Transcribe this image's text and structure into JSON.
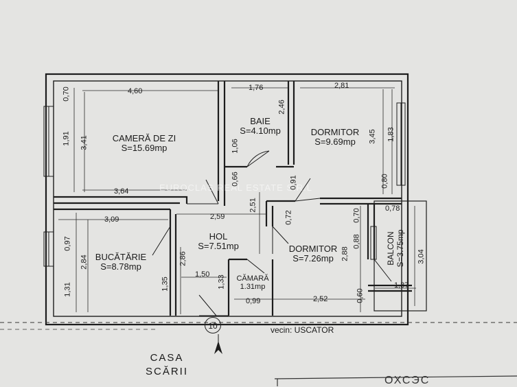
{
  "rooms": {
    "living": {
      "name": "CAMERĂ DE ZI",
      "area": "S=15.69mp"
    },
    "bath": {
      "name": "BAIE",
      "area": "S=4.10mp"
    },
    "bed1": {
      "name": "DORMITOR",
      "area": "S=9.69mp"
    },
    "hall": {
      "name": "HOL",
      "area": "S=7.51mp"
    },
    "kitchen": {
      "name": "BUCĂTĂRIE",
      "area": "S=8.78mp"
    },
    "bed2": {
      "name": "DORMITOR",
      "area": "S=7.26mp"
    },
    "pantry": {
      "name": "CĂMARĂ",
      "area": "1.31mp"
    },
    "balcony": {
      "name": "BALCON",
      "area": "S=3.75mp"
    }
  },
  "dims": {
    "d460": "4,60",
    "d070a": "0,70",
    "d191": "1,91",
    "d341": "3,41",
    "d364": "3,64",
    "d176": "1,76",
    "d246": "2,46",
    "d106": "1,06",
    "d066": "0,66",
    "d281": "2,81",
    "d345": "3,45",
    "d183": "1,83",
    "d080": "0,80",
    "d091": "0,91",
    "d251": "2,51",
    "d259": "2,59",
    "d309": "3,09",
    "d097": "0,97",
    "d284": "2,84",
    "d131": "1,31",
    "d286": "2,86",
    "d135": "1,35",
    "d150": "1,50",
    "d133": "1,33",
    "d099": "0,99",
    "d072": "0,72",
    "d070b": "0,70",
    "d088": "0,88",
    "d288": "2,88",
    "d078": "0,78",
    "d304": "3,04",
    "d137": "1,37",
    "d060": "0,60",
    "d252": "2,52"
  },
  "annotations": {
    "watermark": "EUROCLAS REAL ESTATE S.R.L",
    "neighbor": "vecin: USCATOR",
    "stairs_line1": "CASA",
    "stairs_line2": "SCĂRII",
    "apartment_number": "10",
    "partial_text": "ОХСЭС"
  }
}
